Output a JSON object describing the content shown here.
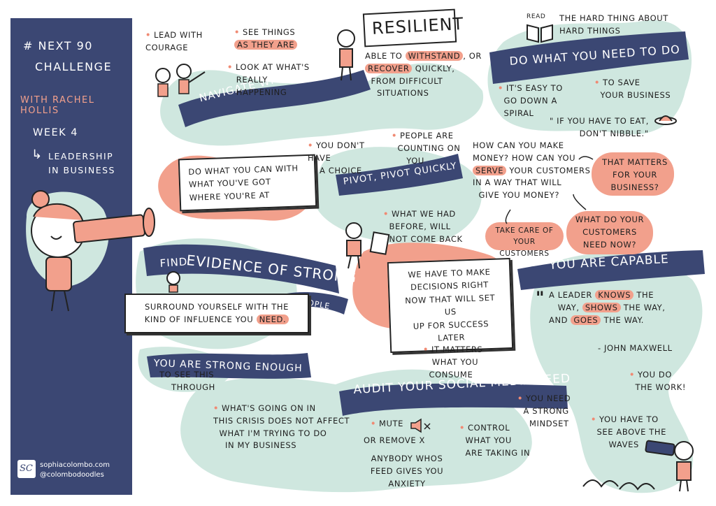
{
  "colors": {
    "navy": "#3b4773",
    "mint": "#cfe7df",
    "coral": "#f2a08c",
    "ink": "#1f1f1f"
  },
  "sidebar": {
    "title_line1": "# Next 90",
    "title_line2": "Challenge",
    "host": "With Rachel Hollis",
    "week": "Week 4",
    "topic_arrow": "↳",
    "topic_line1": "Leadership",
    "topic_line2": "in business",
    "logo_initials": "SC",
    "website": "sophiacolombo.com",
    "handle": "@colombodoodles"
  },
  "navigate": {
    "banner": "Navigate with courage",
    "lead": "Lead with courage",
    "see_line1": "See things",
    "see_line2": "as they are",
    "look_line1": "Look at what's",
    "look_line2": "really",
    "look_line3": "happening"
  },
  "resilient": {
    "title": "Resilient",
    "def_line1_a": "Able to ",
    "def_line1_b": "withstand",
    "def_line1_c": ", or",
    "def_line2_a": "recover",
    "def_line2_b": " quickly,",
    "def_line3": "from difficult",
    "def_line4": "situations"
  },
  "do_what": {
    "read_label": "Read",
    "book_line1": "The hard thing about",
    "book_line2": "hard things",
    "banner": "Do what you need to do",
    "easy_line1": "It's easy to",
    "easy_line2": "go down a",
    "easy_line3": "spiral",
    "save_line1": "To save",
    "save_line2": "your business",
    "quote_line1": "\" If you have to eat,",
    "quote_line2": "don't nibble.\""
  },
  "pivot": {
    "banner": "Pivot, pivot quickly",
    "no_choice_line1": "You don't have",
    "no_choice_line2": "a choice",
    "counting_line1": "People are",
    "counting_line2": "counting on",
    "counting_line3": "you",
    "before_line1": "What we had",
    "before_line2": "before, will",
    "before_line3": "not come back",
    "money_line1": "How can you make",
    "money_line2": "money? How can you",
    "money_line3_a": "serve",
    "money_line3_b": " your customers",
    "money_line4": "in a way that will",
    "money_line5": "give you money?",
    "matters_line1": "That matters",
    "matters_line2": "for your",
    "matters_line3": "business?",
    "care_line1": "Take care of",
    "care_line2": "your customers",
    "need_line1": "What do your",
    "need_line2": "customers",
    "need_line3": "need now?"
  },
  "do_box": {
    "line1": "Do what you can with",
    "line2": "what you've got",
    "line3": "where you're at"
  },
  "evidence": {
    "find": "Find",
    "big": "Evidence of strong",
    "people": "People",
    "box_line1": "Surround yourself with the",
    "box_line2_a": "kind of influence you ",
    "box_line2_b": "need."
  },
  "decisions": {
    "line1": "We have to make",
    "line2": "decisions right",
    "line3": "now that will set us",
    "line4": "up for success later"
  },
  "capable": {
    "banner": "You are capable",
    "quote_mark": "\"",
    "q1_a": "A leader ",
    "q1_b": "knows",
    "q1_c": " the",
    "q2_a": "way, ",
    "q2_b": "shows",
    "q2_c": " the way,",
    "q3_a": "and ",
    "q3_b": "goes",
    "q3_c": " the way.",
    "author": "- John Maxwell",
    "work_line1": "You do",
    "work_line2": "the work!",
    "waves_line1": "You have to",
    "waves_line2": "see above the",
    "waves_line3": "waves"
  },
  "strong": {
    "banner": "You are strong enough",
    "line1": "To see this",
    "line2": "through"
  },
  "audit": {
    "banner": "Audit your social media feed",
    "matters_line1": "It matters",
    "matters_line2": "what you",
    "matters_line3": "consume",
    "crisis_line1": "What's going on in",
    "crisis_line2": "this crisis does not affect",
    "crisis_line3": "what I'm trying to do",
    "crisis_line4": "in my business",
    "mute": "Mute",
    "remove": "or remove",
    "x_mark": "X",
    "anybody_line1": "anybody whos",
    "anybody_line2": "feed gives you",
    "anybody_line3": "anxiety",
    "control_line1": "Control",
    "control_line2": "what you",
    "control_line3": "are taking in",
    "mindset_line1": "You need",
    "mindset_line2": "a strong",
    "mindset_line3": "mindset"
  }
}
